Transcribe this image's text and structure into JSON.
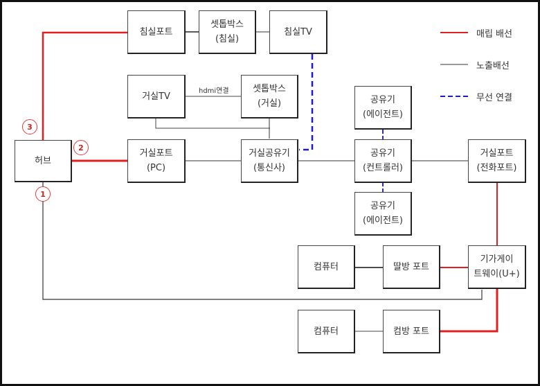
{
  "nodes": {
    "hub": {
      "lines": [
        "허브"
      ]
    },
    "bedroom_port": {
      "lines": [
        "침실포트"
      ]
    },
    "settop_bedroom": {
      "lines": [
        "셋톱박스",
        "(침실)"
      ]
    },
    "bedroom_tv": {
      "lines": [
        "침실TV"
      ]
    },
    "living_tv": {
      "lines": [
        "거실TV"
      ]
    },
    "settop_living": {
      "lines": [
        "셋톱박스",
        "(거실)"
      ]
    },
    "living_port_pc": {
      "lines": [
        "거실포트",
        "(PC)"
      ]
    },
    "living_router": {
      "lines": [
        "거실공유기",
        "(통신사)"
      ]
    },
    "router_agent_top": {
      "lines": [
        "공유기",
        "(에이전트)"
      ]
    },
    "router_controller": {
      "lines": [
        "공유기",
        "(컨트롤러)"
      ]
    },
    "router_agent_bottom": {
      "lines": [
        "공유기",
        "(에이전트)"
      ]
    },
    "living_port_phone": {
      "lines": [
        "거실포트",
        "(전화포트)"
      ]
    },
    "computer_1": {
      "lines": [
        "컴퓨터"
      ]
    },
    "daughter_room_port": {
      "lines": [
        "딸방 포트"
      ]
    },
    "gigabit_gateway": {
      "lines": [
        "기가게이",
        "트웨이(U+)"
      ]
    },
    "computer_2": {
      "lines": [
        "컴퓨터"
      ]
    },
    "computer_room_port": {
      "lines": [
        "컴방 포트"
      ]
    }
  },
  "edge_labels": {
    "hdmi": "hdmi연결"
  },
  "badges": [
    "1",
    "2",
    "3"
  ],
  "legend": {
    "items": [
      {
        "label": "매립 배선",
        "style": "solid",
        "color": "#e02020"
      },
      {
        "label": "노출배선",
        "style": "solid",
        "color": "#333333"
      },
      {
        "label": "무선 연결",
        "style": "dashed",
        "color": "#1a1acc"
      }
    ]
  },
  "colors": {
    "buried": "#e02020",
    "exposed": "#333333",
    "wireless": "#1a1acc"
  }
}
